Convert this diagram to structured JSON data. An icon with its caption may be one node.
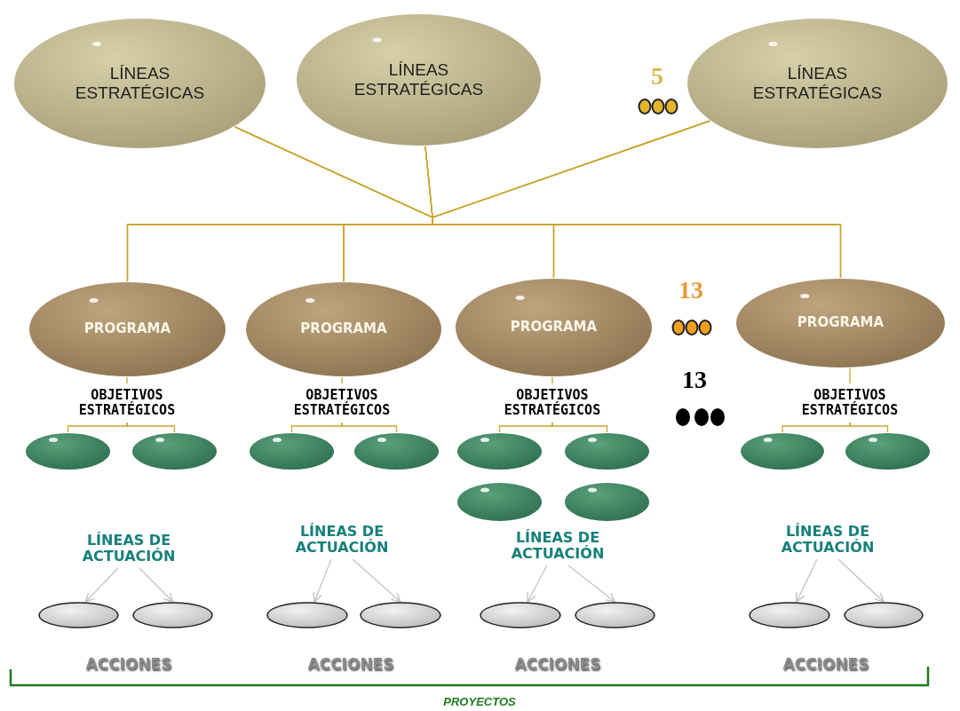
{
  "diagram": {
    "nodes": [
      {
        "text": [
          "LÍNEAS ESTRATÉGICAS"
        ]
      },
      {
        "text": [
          "LÍNEAS ESTRATÉGICAS"
        ]
      },
      {
        "text": [
          "LÍNEAS ESTRATÉGICAS"
        ]
      },
      {
        "text": [
          "PROGRAMA"
        ]
      },
      {
        "text": [
          "PROGRAMA"
        ]
      },
      {
        "text": [
          "PROGRAMA"
        ]
      },
      {
        "text": [
          "PROGRAMA"
        ]
      },
      {
        "text": [
          "OBJETIVOS ESTRATÉGICOS"
        ]
      },
      {
        "text": [
          "OBJETIVOS ESTRATÉGICOS"
        ]
      },
      {
        "text": [
          "OBJETIVOS ESTRATÉGICOS"
        ]
      },
      {
        "text": [
          "OBJETIVOS ESTRATÉGICOS"
        ]
      },
      {
        "text": [],
        "shape": "ellipse"
      },
      {
        "text": [],
        "shape": "ellipse"
      },
      {
        "text": [],
        "shape": "ellipse"
      },
      {
        "text": [],
        "shape": "ellipse"
      },
      {
        "text": [],
        "shape": "ellipse"
      },
      {
        "text": [],
        "shape": "ellipse"
      },
      {
        "text": [],
        "shape": "ellipse"
      },
      {
        "text": [],
        "shape": "ellipse"
      },
      {
        "text": [],
        "shape": "ellipse"
      },
      {
        "text": [],
        "shape": "ellipse"
      },
      {
        "text": [
          "LÍNEAS DE ACTUACIÓN"
        ]
      },
      {
        "text": [
          "LÍNEAS DE ACTUACIÓN"
        ]
      },
      {
        "text": [
          "LÍNEAS DE ACTUACIÓN"
        ]
      },
      {
        "text": [
          "LÍNEAS DE ACTUACIÓN"
        ]
      },
      {
        "text": [],
        "shape": "ellipse"
      },
      {
        "text": [],
        "shape": "ellipse"
      },
      {
        "text": [],
        "shape": "ellipse"
      },
      {
        "text": [],
        "shape": "ellipse"
      },
      {
        "text": [],
        "shape": "ellipse"
      },
      {
        "text": [],
        "shape": "ellipse"
      },
      {
        "text": [],
        "shape": "ellipse"
      },
      {
        "text": [],
        "shape": "ellipse"
      }
    ],
    "edges": [
      {
        "from": 0,
        "to": 3,
        "arrow": "none"
      },
      {
        "from": 0,
        "to": 4,
        "arrow": "none"
      },
      {
        "from": 0,
        "to": 5,
        "arrow": "none"
      },
      {
        "from": 0,
        "to": 6,
        "arrow": "none"
      },
      {
        "from": 1,
        "to": 3,
        "arrow": "none"
      },
      {
        "from": 1,
        "to": 4,
        "arrow": "none"
      },
      {
        "from": 1,
        "to": 5,
        "arrow": "none"
      },
      {
        "from": 1,
        "to": 6,
        "arrow": "none"
      },
      {
        "from": 2,
        "to": 3,
        "arrow": "none"
      },
      {
        "from": 2,
        "to": 4,
        "arrow": "none"
      },
      {
        "from": 2,
        "to": 5,
        "arrow": "none"
      },
      {
        "from": 2,
        "to": 6,
        "arrow": "none"
      },
      {
        "from": 3,
        "to": 7,
        "arrow": "none"
      },
      {
        "from": 4,
        "to": 8,
        "arrow": "none"
      },
      {
        "from": 5,
        "to": 9,
        "arrow": "none"
      },
      {
        "from": 6,
        "to": 10,
        "arrow": "none"
      },
      {
        "from": 7,
        "to": 11,
        "arrow": "none"
      },
      {
        "from": 7,
        "to": 12,
        "arrow": "none"
      },
      {
        "from": 8,
        "to": 13,
        "arrow": "none"
      },
      {
        "from": 8,
        "to": 14,
        "arrow": "none"
      },
      {
        "from": 9,
        "to": 15,
        "arrow": "none"
      },
      {
        "from": 9,
        "to": 16,
        "arrow": "none"
      },
      {
        "from": 10,
        "to": 19,
        "arrow": "none"
      },
      {
        "from": 10,
        "to": 20,
        "arrow": "none"
      },
      {
        "from": 21,
        "to": 25,
        "arrow": "to",
        "color": "#c4c4c4"
      },
      {
        "from": 21,
        "to": 26,
        "arrow": "to",
        "color": "#c4c4c4"
      },
      {
        "from": 22,
        "to": 27,
        "arrow": "to",
        "color": "#c4c4c4"
      },
      {
        "from": 22,
        "to": 28,
        "arrow": "to",
        "color": "#c4c4c4"
      },
      {
        "from": 23,
        "to": 29,
        "arrow": "to",
        "color": "#c4c4c4"
      },
      {
        "from": 23,
        "to": 30,
        "arrow": "to",
        "color": "#c4c4c4"
      },
      {
        "from": 24,
        "to": 31,
        "arrow": "to",
        "color": "#c4c4c4"
      },
      {
        "from": 24,
        "to": 32,
        "arrow": "to",
        "color": "#c4c4c4"
      }
    ],
    "labels": [
      "5",
      "13",
      "13",
      "ACCIONES",
      "ACCIONES",
      "ACCIONES",
      "ACCIONES",
      "PROYECTOS"
    ]
  }
}
